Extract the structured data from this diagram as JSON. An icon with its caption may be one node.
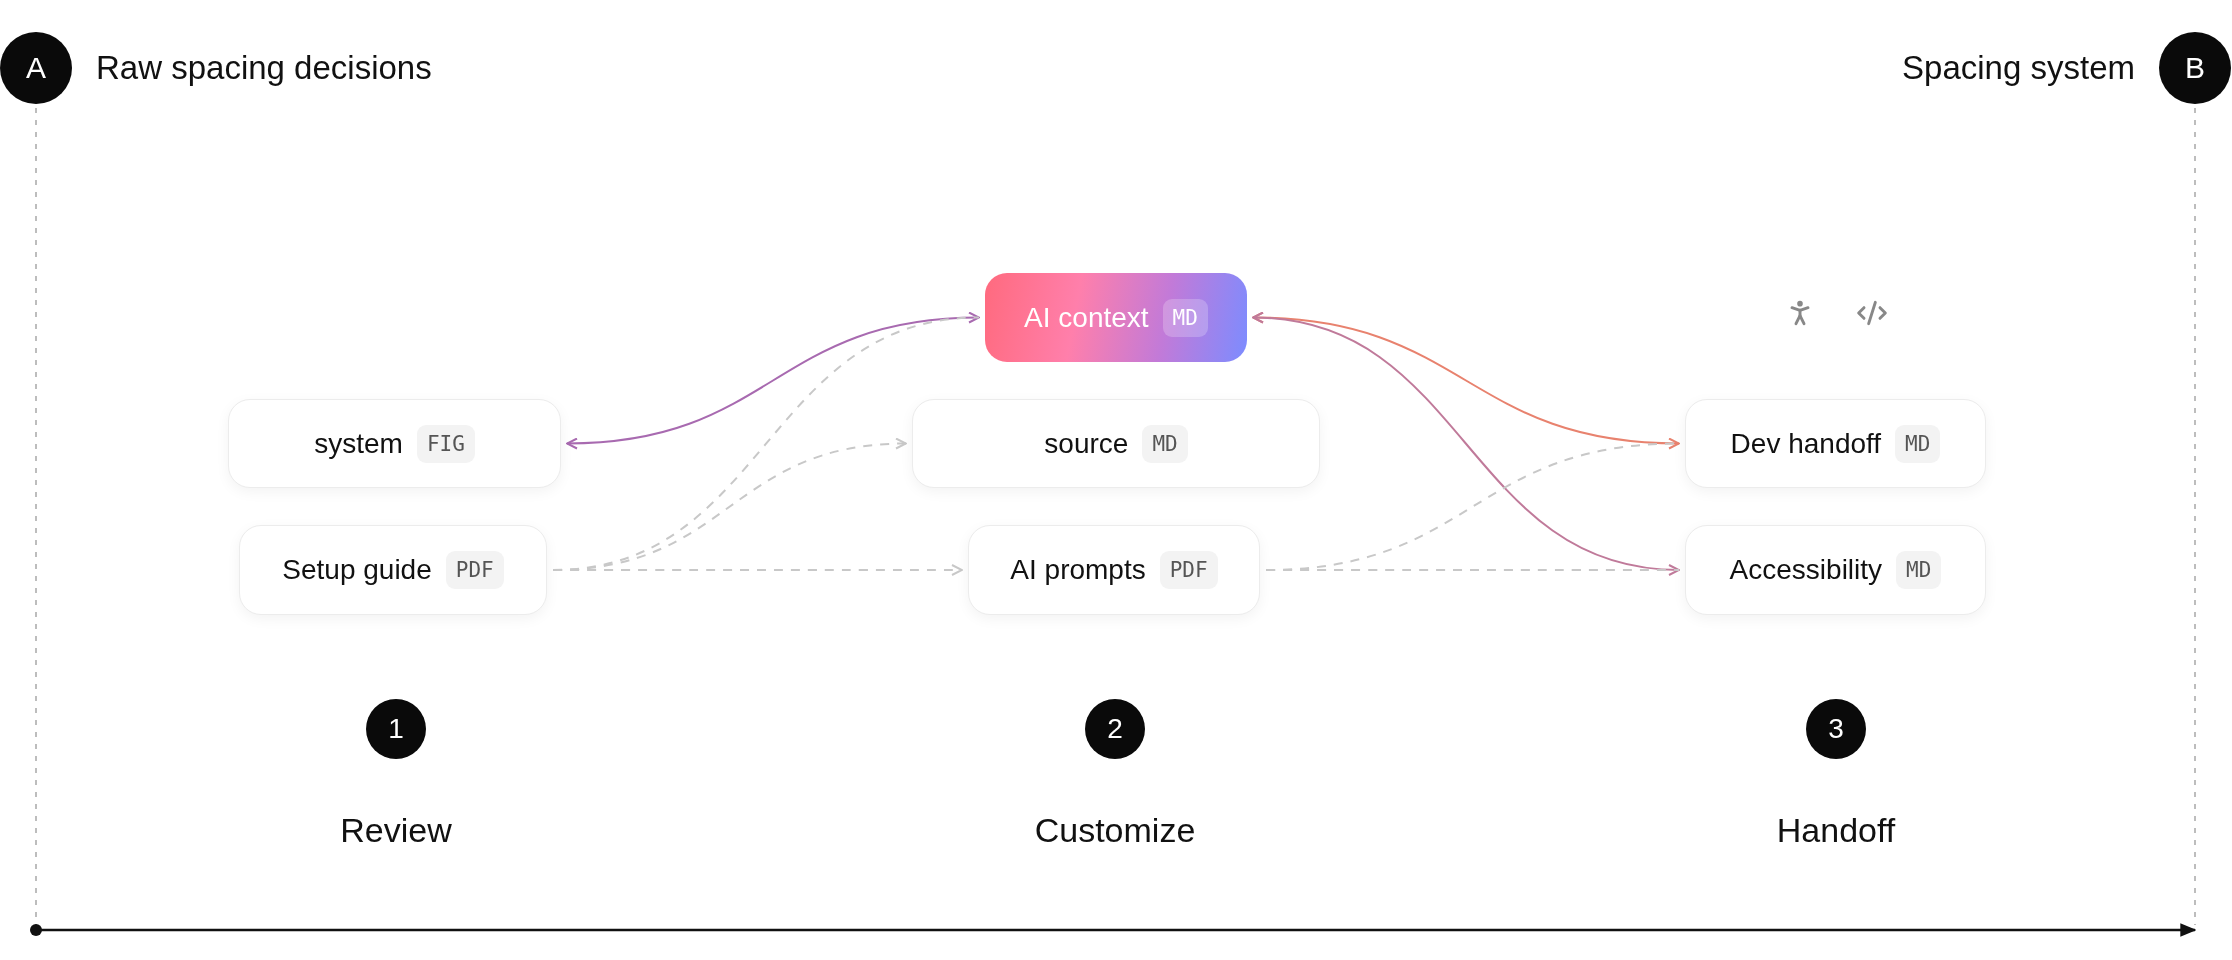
{
  "diagram": {
    "nodes": [
      {
        "text": [
          "A"
        ],
        "beside": [
          "Raw spacing decisions"
        ]
      },
      {
        "text": [
          "B"
        ],
        "beside": [
          "Spacing system"
        ]
      },
      {
        "text": [
          "AI context",
          "MD"
        ]
      },
      {
        "text": [
          "system",
          "FIG"
        ]
      },
      {
        "text": [
          "Setup guide",
          "PDF"
        ]
      },
      {
        "text": [
          "source",
          "MD"
        ]
      },
      {
        "text": [
          "AI prompts",
          "PDF"
        ]
      },
      {
        "text": [
          "Dev handoff",
          "MD"
        ]
      },
      {
        "text": [
          "Accessibility",
          "MD"
        ]
      },
      {
        "text": [
          "1"
        ],
        "beside": [
          "Review"
        ]
      },
      {
        "text": [
          "2"
        ],
        "beside": [
          "Customize"
        ]
      },
      {
        "text": [
          "3"
        ],
        "beside": [
          "Handoff"
        ]
      }
    ],
    "edges": [
      {
        "from": 3,
        "to": 2,
        "arrow": "both",
        "color": "#a86ab0"
      },
      {
        "from": 2,
        "to": 7,
        "arrow": "both",
        "color": "#e8826e"
      },
      {
        "from": 2,
        "to": 8,
        "arrow": "both",
        "color": "#c07a9a"
      },
      {
        "from": 4,
        "to": 2,
        "arrow": "none",
        "style": "dashed"
      },
      {
        "from": 4,
        "to": 5,
        "arrow": "to",
        "style": "dashed"
      },
      {
        "from": 4,
        "to": 6,
        "arrow": "to",
        "style": "dashed"
      },
      {
        "from": 6,
        "to": 7,
        "arrow": "none",
        "style": "dashed"
      },
      {
        "from": 6,
        "to": 8,
        "arrow": "none",
        "style": "dashed"
      }
    ]
  }
}
